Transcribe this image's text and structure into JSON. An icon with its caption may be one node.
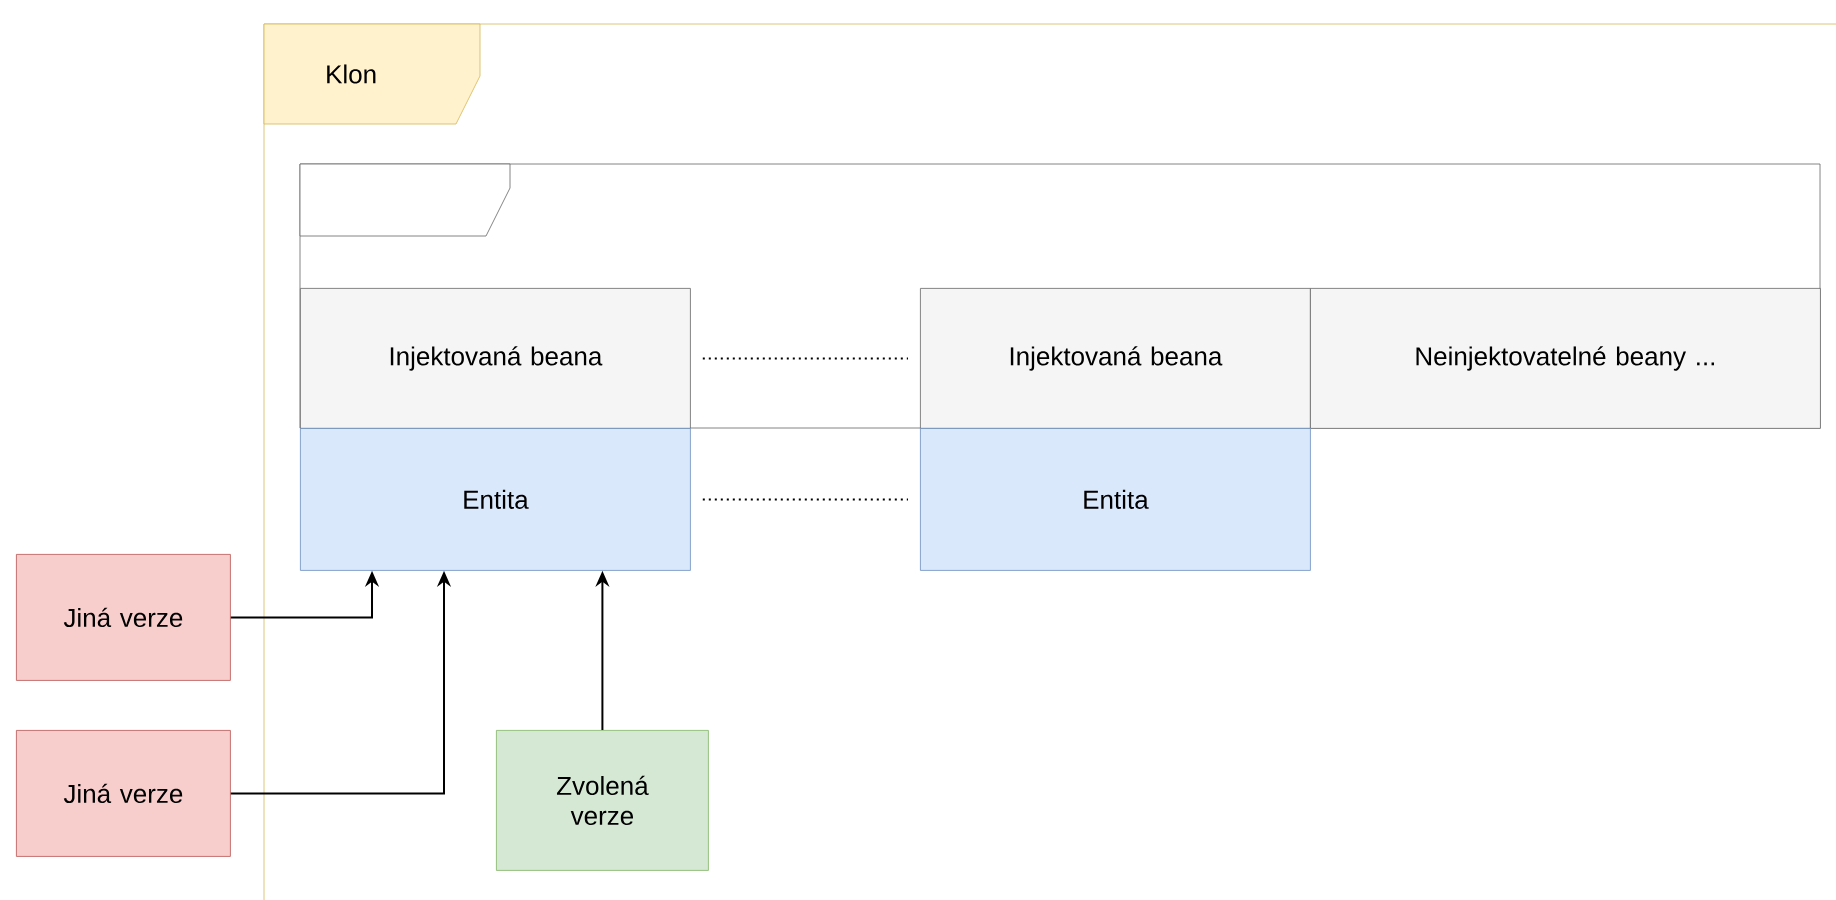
{
  "diagram": {
    "nodes": [
      {
        "text": [
          "Klon"
        ]
      },
      {
        "text": [],
        "shape": "box",
        "in": 0
      },
      {
        "text": [
          "Injektovaná beana"
        ],
        "in": 1
      },
      {
        "text": [
          "Injektovaná beana"
        ],
        "in": 1
      },
      {
        "text": [
          "Neinjektovatelné beany ..."
        ],
        "in": 1
      },
      {
        "text": [
          "Entita"
        ],
        "in": 0
      },
      {
        "text": [
          "Entita"
        ],
        "in": 0
      },
      {
        "text": [
          "Jiná verze"
        ]
      },
      {
        "text": [
          "Jiná verze"
        ]
      },
      {
        "text": [
          "Zvolená verze"
        ],
        "in": 0
      }
    ],
    "edges": [
      {
        "from": 2,
        "to": 3,
        "arrow": "none",
        "style": "dashed"
      },
      {
        "from": 5,
        "to": 6,
        "arrow": "none",
        "style": "dashed"
      },
      {
        "from": 7,
        "to": 5,
        "arrow": "to"
      },
      {
        "from": 8,
        "to": 5,
        "arrow": "to"
      },
      {
        "from": 9,
        "to": 5,
        "arrow": "to"
      }
    ]
  }
}
